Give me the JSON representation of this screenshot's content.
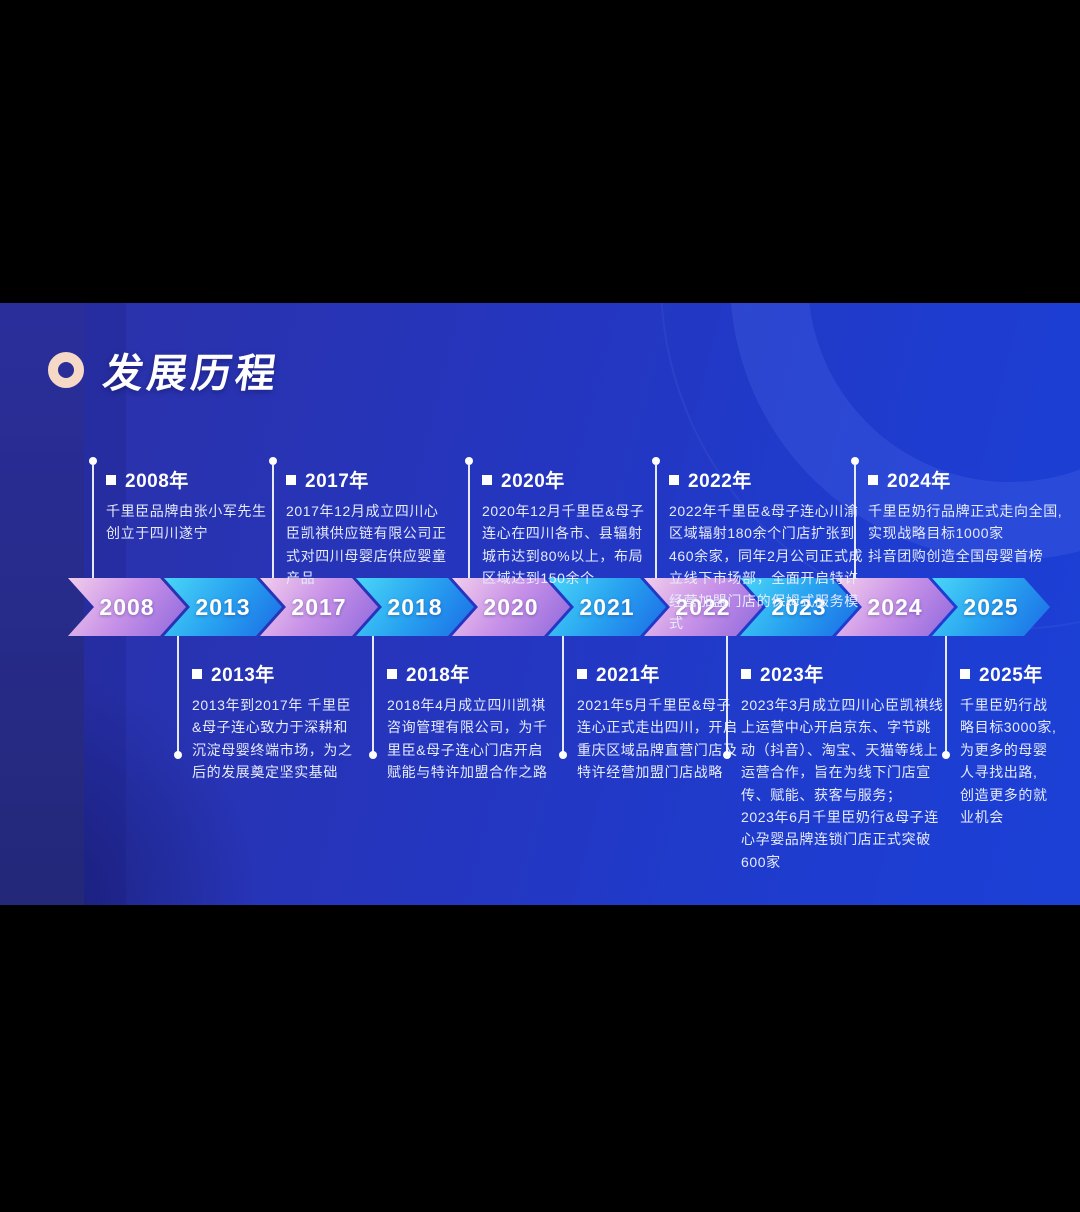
{
  "header": {
    "title": "发展历程"
  },
  "timeline": {
    "arrows": [
      {
        "year": "2008",
        "style": "pink"
      },
      {
        "year": "2013",
        "style": "blue"
      },
      {
        "year": "2017",
        "style": "pink"
      },
      {
        "year": "2018",
        "style": "blue"
      },
      {
        "year": "2020",
        "style": "pink"
      },
      {
        "year": "2021",
        "style": "blue"
      },
      {
        "year": "2022",
        "style": "pink"
      },
      {
        "year": "2023",
        "style": "blue"
      },
      {
        "year": "2024",
        "style": "pink"
      },
      {
        "year": "2025",
        "style": "blue"
      }
    ]
  },
  "events_top": [
    {
      "label": "2008年",
      "body": "千里臣品牌由张小军先生创立于四川遂宁"
    },
    {
      "label": "2017年",
      "body": "2017年12月成立四川心臣凯祺供应链有限公司正式对四川母婴店供应婴童产品"
    },
    {
      "label": "2020年",
      "body": "2020年12月千里臣&母子连心在四川各市、县辐射城市达到80%以上，布局区域达到150余个"
    },
    {
      "label": "2022年",
      "body": "2022年千里臣&母子连心川渝区域辐射180余个门店扩张到460余家，同年2月公司正式成立线下市场部，全面开启特许经营加盟门店的保姆式服务模式"
    },
    {
      "label": "2024年",
      "body": "千里臣奶行品牌正式走向全国,\n实现战略目标1000家\n抖音团购创造全国母婴首榜"
    }
  ],
  "events_bottom": [
    {
      "label": "2013年",
      "body": "2013年到2017年  千里臣&母子连心致力于深耕和沉淀母婴终端市场，为之后的发展奠定坚实基础"
    },
    {
      "label": "2018年",
      "body": "2018年4月成立四川凯祺咨询管理有限公司，为千里臣&母子连心门店开启赋能与特许加盟合作之路"
    },
    {
      "label": "2021年",
      "body": "2021年5月千里臣&母子连心正式走出四川，开启重庆区域品牌直营门店及特许经营加盟门店战略"
    },
    {
      "label": "2023年",
      "body": "2023年3月成立四川心臣凯祺线上运营中心开启京东、字节跳动（抖音）、淘宝、天猫等线上运营合作，旨在为线下门店宣传、赋能、获客与服务；\n2023年6月千里臣奶行&母子连心孕婴品牌连锁门店正式突破600家"
    },
    {
      "label": "2025年",
      "body": "千里臣奶行战略目标3000家,\n为更多的母婴人寻找出路,\n创造更多的就业机会"
    }
  ],
  "colors": {
    "slide_bg_left": "#2c31a6",
    "slide_bg_right": "#1c40d6",
    "arrow_pink_start": "#f2cdec",
    "arrow_pink_end": "#8f68dd",
    "arrow_blue_start": "#49d6f8",
    "arrow_blue_end": "#1b6ce6",
    "title_ring": "#f6d8c6",
    "body_text": "#e6ebfb"
  }
}
